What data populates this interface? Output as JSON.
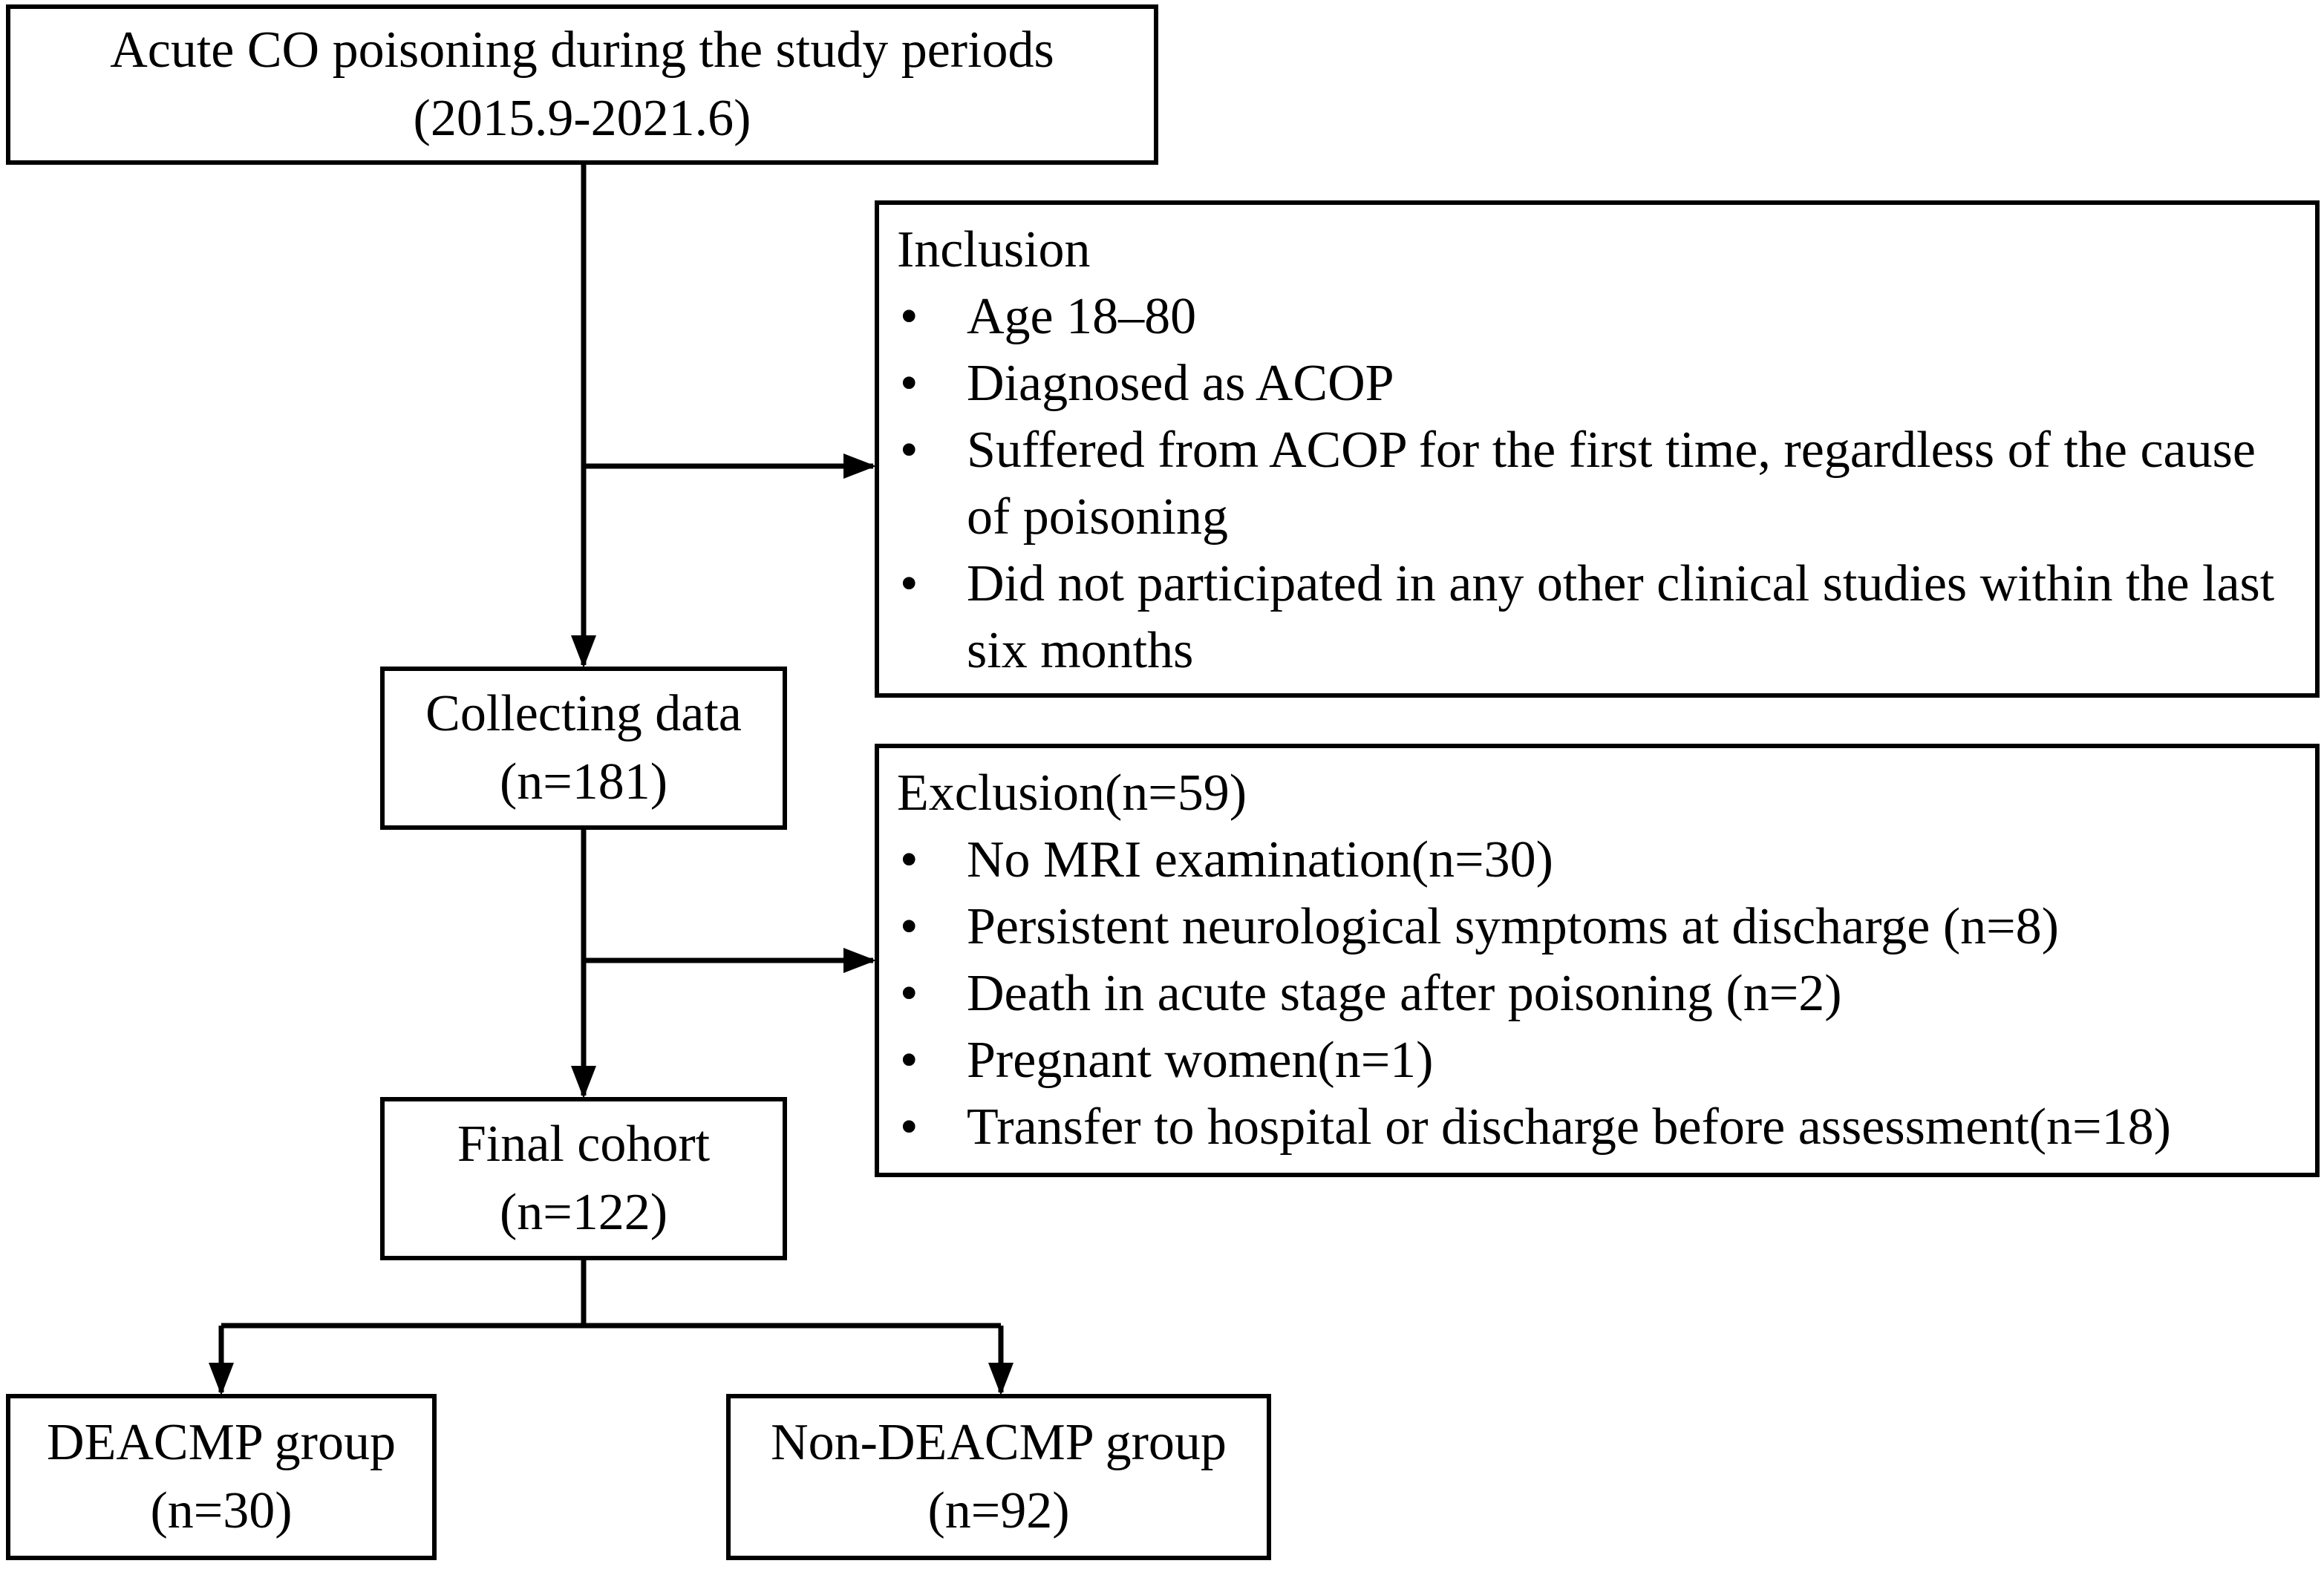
{
  "top": {
    "line1": "Acute CO poisoning during the study periods",
    "line2": "(2015.9-2021.6)"
  },
  "inclusion": {
    "title": "Inclusion",
    "items": [
      "Age 18–80",
      "Diagnosed as ACOP",
      "Suffered from ACOP for the first time, regardless of the cause of poisoning",
      "Did not participated in any other clinical studies within the last six months"
    ]
  },
  "collecting": {
    "line1": "Collecting data",
    "line2": "(n=181)"
  },
  "exclusion": {
    "title": "Exclusion(n=59)",
    "items": [
      "No MRI examination(n=30)",
      "Persistent neurological symptoms at discharge (n=8)",
      "Death in acute stage after poisoning (n=2)",
      "Pregnant women(n=1)",
      "Transfer to hospital or discharge before assessment(n=18)"
    ]
  },
  "final": {
    "line1": "Final cohort",
    "line2": "(n=122)"
  },
  "deacmp": {
    "line1": "DEACMP group",
    "line2": "(n=30)"
  },
  "non_deacmp": {
    "line1": "Non-DEACMP group",
    "line2": "(n=92)"
  },
  "bullet_char": "•"
}
